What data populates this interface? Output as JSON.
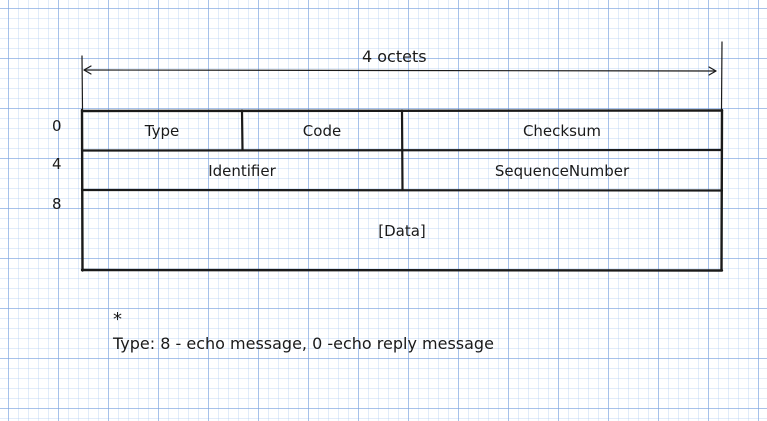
{
  "header": {
    "width_label": "4 octets"
  },
  "offsets": [
    "0",
    "4",
    "8"
  ],
  "fields": {
    "type": "Type",
    "code": "Code",
    "checksum": "Checksum",
    "identifier": "Identifier",
    "sequence_number": "SequenceNumber",
    "data": "[Data]"
  },
  "note": {
    "bullet": "*",
    "text": "Type:  8 - echo message, 0 -echo reply message"
  }
}
